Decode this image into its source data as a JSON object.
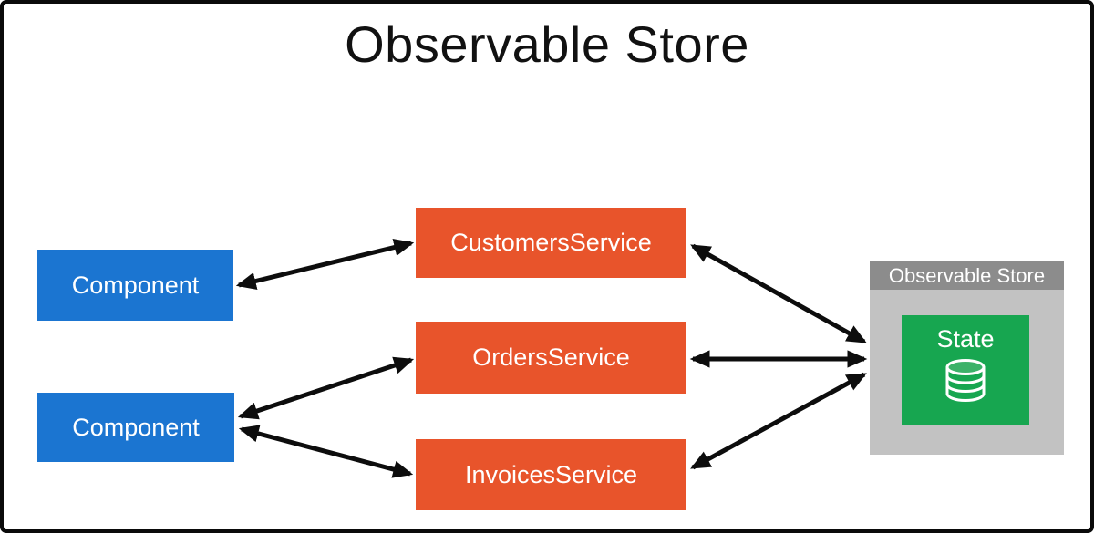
{
  "title": "Observable Store",
  "colors": {
    "blue": "#1b75d1",
    "orange": "#e8542b",
    "green": "#17a650",
    "panel-gray": "#c2c2c2",
    "header-gray": "#8c8c8c",
    "arrow-black": "#0d0d0d",
    "text-white": "#ffffff"
  },
  "components": [
    {
      "label": "Component"
    },
    {
      "label": "Component"
    }
  ],
  "services": [
    {
      "label": "CustomersService"
    },
    {
      "label": "OrdersService"
    },
    {
      "label": "InvoicesService"
    }
  ],
  "store": {
    "header": "Observable Store",
    "state_label": "State",
    "icon": "database-icon"
  },
  "connections": [
    {
      "from": "component-1",
      "to": "customers-service",
      "bidirectional": true
    },
    {
      "from": "component-2",
      "to": "orders-service",
      "bidirectional": true
    },
    {
      "from": "component-2",
      "to": "invoices-service",
      "bidirectional": true
    },
    {
      "from": "customers-service",
      "to": "observable-store",
      "bidirectional": true
    },
    {
      "from": "orders-service",
      "to": "observable-store",
      "bidirectional": true
    },
    {
      "from": "invoices-service",
      "to": "observable-store",
      "bidirectional": true
    }
  ]
}
